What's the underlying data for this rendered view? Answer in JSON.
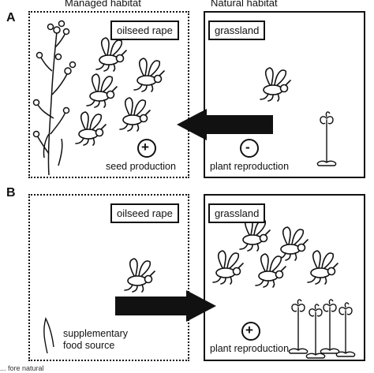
{
  "header": {
    "managed": "Managed habitat",
    "natural": "Natural habitat"
  },
  "panel_a": {
    "letter": "A",
    "crop_label": "oilseed rape",
    "natural_label": "grassland",
    "crop_sign": "+",
    "natural_sign": "-",
    "crop_effect": "seed production",
    "natural_effect": "plant reproduction"
  },
  "panel_b": {
    "letter": "B",
    "crop_label": "oilseed rape",
    "natural_label": "grassland",
    "food_line1": "supplementary",
    "food_line2": "food source",
    "natural_sign": "+",
    "natural_effect": "plant reproduction"
  },
  "caption": "... fore natural"
}
